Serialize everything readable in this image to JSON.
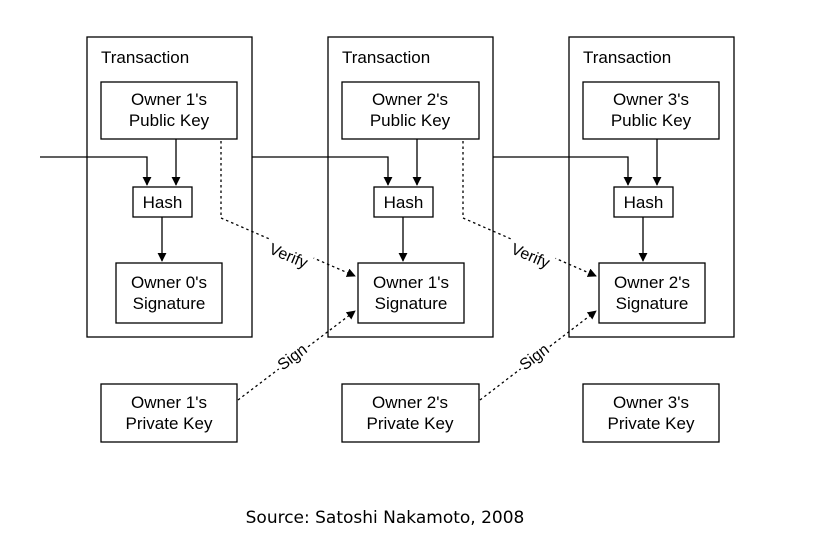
{
  "transactions": [
    {
      "title": "Transaction",
      "public_key": [
        "Owner 1's",
        "Public Key"
      ],
      "hash": "Hash",
      "signature": [
        "Owner 0's",
        "Signature"
      ]
    },
    {
      "title": "Transaction",
      "public_key": [
        "Owner 2's",
        "Public Key"
      ],
      "hash": "Hash",
      "signature": [
        "Owner 1's",
        "Signature"
      ]
    },
    {
      "title": "Transaction",
      "public_key": [
        "Owner 3's",
        "Public Key"
      ],
      "hash": "Hash",
      "signature": [
        "Owner 2's",
        "Signature"
      ]
    }
  ],
  "private_keys": [
    [
      "Owner 1's",
      "Private Key"
    ],
    [
      "Owner 2's",
      "Private Key"
    ],
    [
      "Owner 3's",
      "Private Key"
    ]
  ],
  "edge_labels": {
    "verify": "Verify",
    "sign": "Sign"
  },
  "caption": "Source: Satoshi Nakamoto, 2008"
}
